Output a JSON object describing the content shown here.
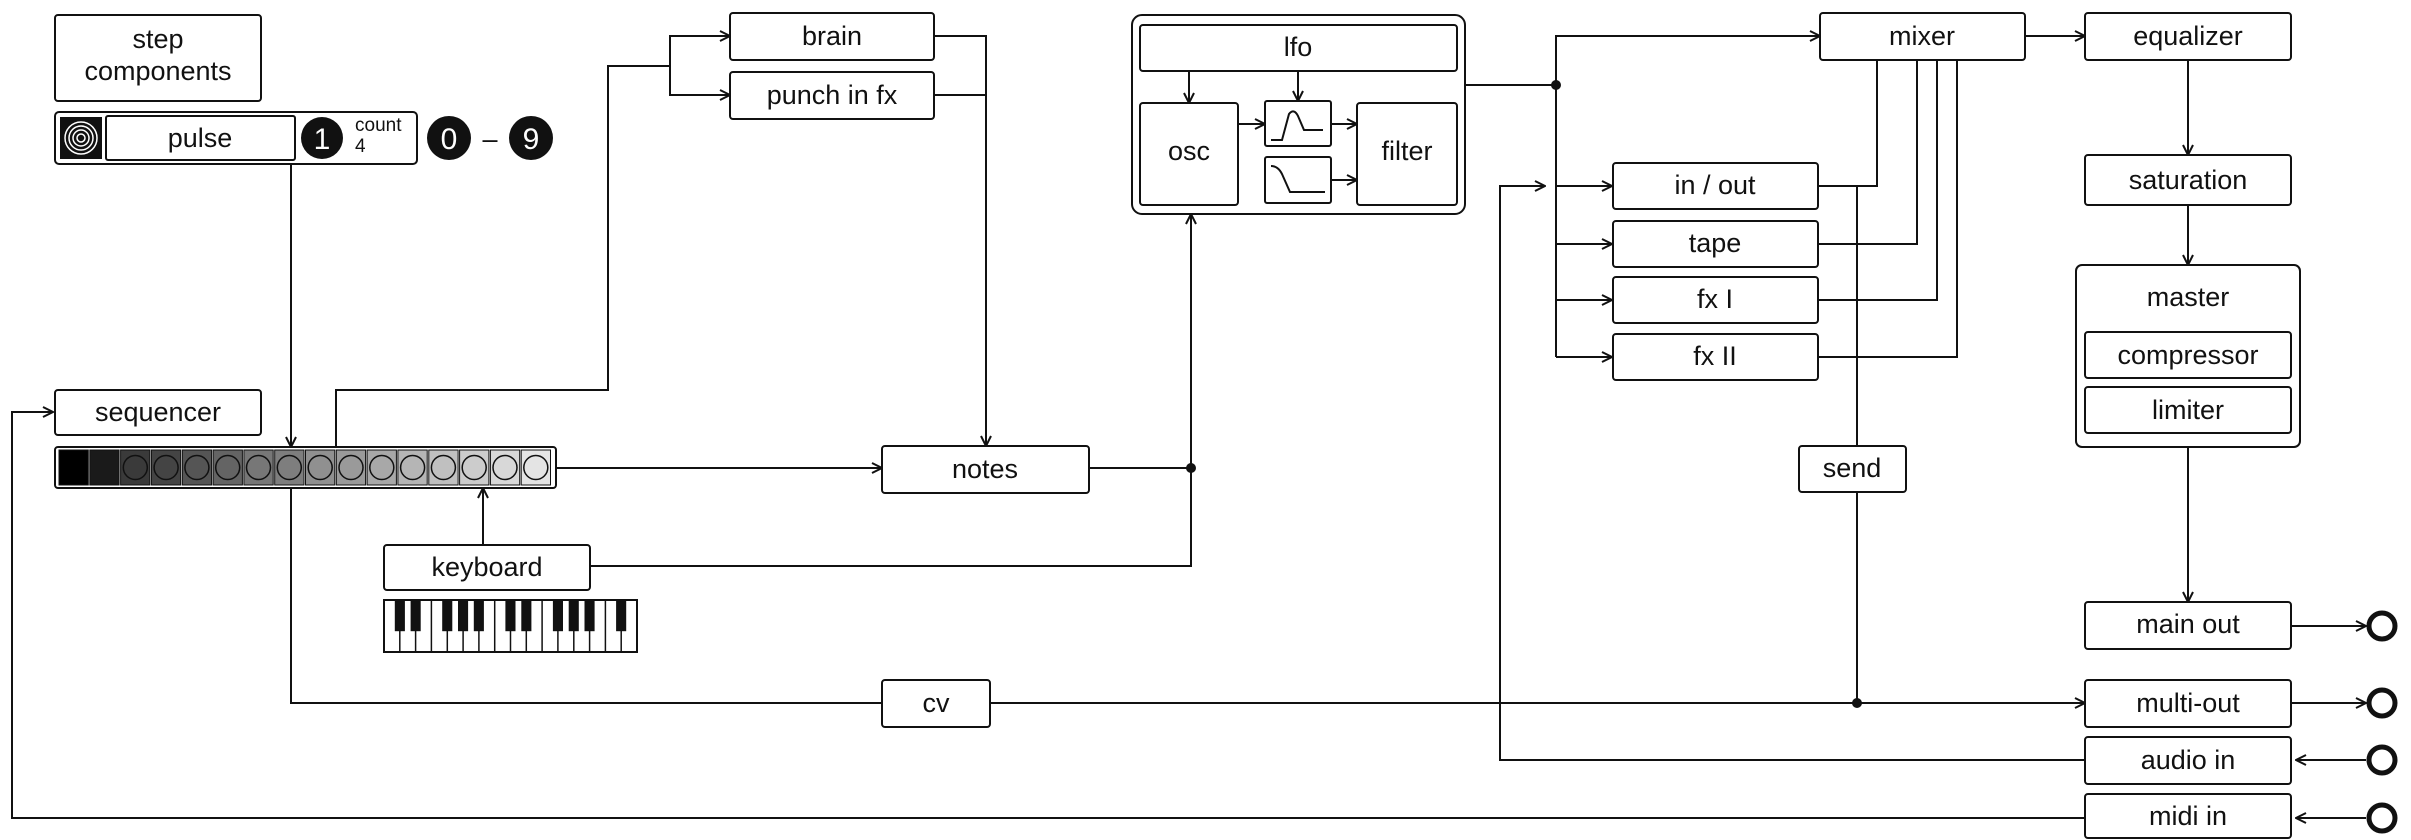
{
  "step_components": {
    "line1": "step",
    "line2": "components"
  },
  "pulse": {
    "label": "pulse",
    "step_number": "1",
    "count_label": "count",
    "count_value": "4",
    "range_start": "0",
    "range_dash": "–",
    "range_end": "9"
  },
  "sequencer": {
    "label": "sequencer",
    "step_count": 16,
    "step_fill_levels": [
      "#000000",
      "#1a1a1a",
      "#3a3a3a",
      "#444444",
      "#555555",
      "#646464",
      "#777777",
      "#7e7e7e",
      "#909090",
      "#9a9a9a",
      "#a8a8a8",
      "#b5b5b5",
      "#c0c0c0",
      "#cccccc",
      "#d8d8d8",
      "#e4e4e4"
    ]
  },
  "keyboard": {
    "label": "keyboard"
  },
  "brain": {
    "label": "brain"
  },
  "punch_in_fx": {
    "label": "punch in fx"
  },
  "notes": {
    "label": "notes"
  },
  "cv": {
    "label": "cv"
  },
  "synth": {
    "lfo": "lfo",
    "osc": "osc",
    "filter": "filter"
  },
  "tracks": {
    "in_out": "in / out",
    "tape": "tape",
    "fx1": "fx I",
    "fx2": "fx II"
  },
  "send": {
    "label": "send"
  },
  "mixer": {
    "label": "mixer"
  },
  "equalizer": {
    "label": "equalizer"
  },
  "saturation": {
    "label": "saturation"
  },
  "master": {
    "title": "master",
    "compressor": "compressor",
    "limiter": "limiter"
  },
  "outputs": {
    "main_out": "main out",
    "multi_out": "multi-out"
  },
  "inputs": {
    "audio_in": "audio in",
    "midi_in": "midi in"
  },
  "colors": {
    "stroke": "#111111",
    "background": "#ffffff"
  }
}
